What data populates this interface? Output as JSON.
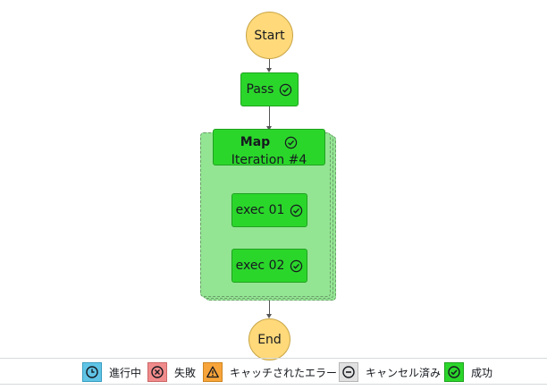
{
  "graph": {
    "start_label": "Start",
    "end_label": "End",
    "pass": {
      "label": "Pass",
      "status": "success"
    },
    "map": {
      "label": "Map",
      "iteration": "Iteration #4",
      "status": "success"
    },
    "exec01": {
      "label": "exec 01",
      "status": "success"
    },
    "exec02": {
      "label": "exec 02",
      "status": "success"
    }
  },
  "legend": {
    "items": [
      {
        "label": "進行中",
        "color": "#5fc4e6",
        "icon": "clock-icon"
      },
      {
        "label": "失敗",
        "color": "#f08b8b",
        "icon": "x-circle-icon"
      },
      {
        "label": "キャッチされたエラー",
        "color": "#f7a43a",
        "icon": "warning-icon"
      },
      {
        "label": "キャンセル済み",
        "color": "#e1e1e1",
        "icon": "minus-circle-icon"
      },
      {
        "label": "成功",
        "color": "#2bd62b",
        "icon": "check-circle-icon"
      }
    ]
  },
  "colors": {
    "start_end_fill": "#ffd97a",
    "success_fill": "#2bd62b",
    "map_body_fill": "#93e593",
    "edge": "#555555"
  }
}
